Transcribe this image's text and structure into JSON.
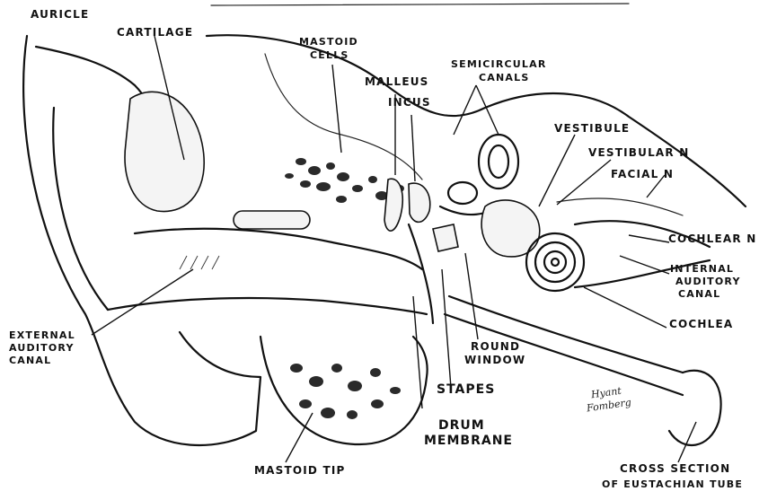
{
  "labels": {
    "auricle": "Auricle",
    "cartilage": "Cartilage",
    "mastoid_cells": [
      "Mastoid",
      "cells"
    ],
    "malleus": "Malleus",
    "incus": "Incus",
    "semicircular_canals": [
      "Semicircular",
      "canals"
    ],
    "vestibule": "Vestibule",
    "vestibular_n": "Vestibular N",
    "facial_n": "Facial N",
    "cochlear_n": "Cochlear N",
    "internal_auditory_canal": [
      "Internal",
      "auditory",
      "canal"
    ],
    "cochlea": "Cochlea",
    "external_auditory_canal": [
      "External",
      "auditory",
      "canal"
    ],
    "round_window": [
      "Round",
      "window"
    ],
    "stapes": "Stapes",
    "drum_membrane": [
      "Drum",
      "membrane"
    ],
    "mastoid_tip": "Mastoid tip",
    "cross_section": [
      "Cross section",
      "of eustachian tube"
    ]
  },
  "signature": [
    "Hyant",
    "Fomberg"
  ]
}
